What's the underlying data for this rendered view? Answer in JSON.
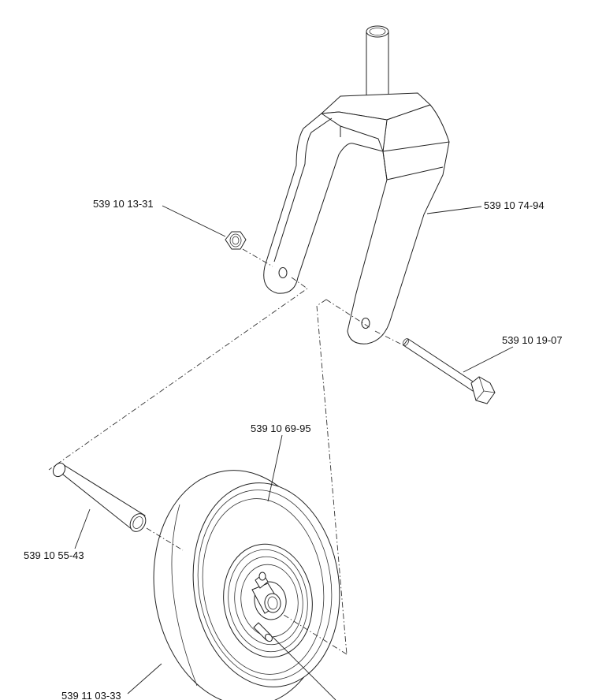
{
  "parts": {
    "nut": "539 10 13-31",
    "fork": "539 10 74-94",
    "bolt": "539 10 19-07",
    "tire": "539 10 69-95",
    "spacer": "539 10 55-43",
    "wheel": "539 11 03-33"
  }
}
